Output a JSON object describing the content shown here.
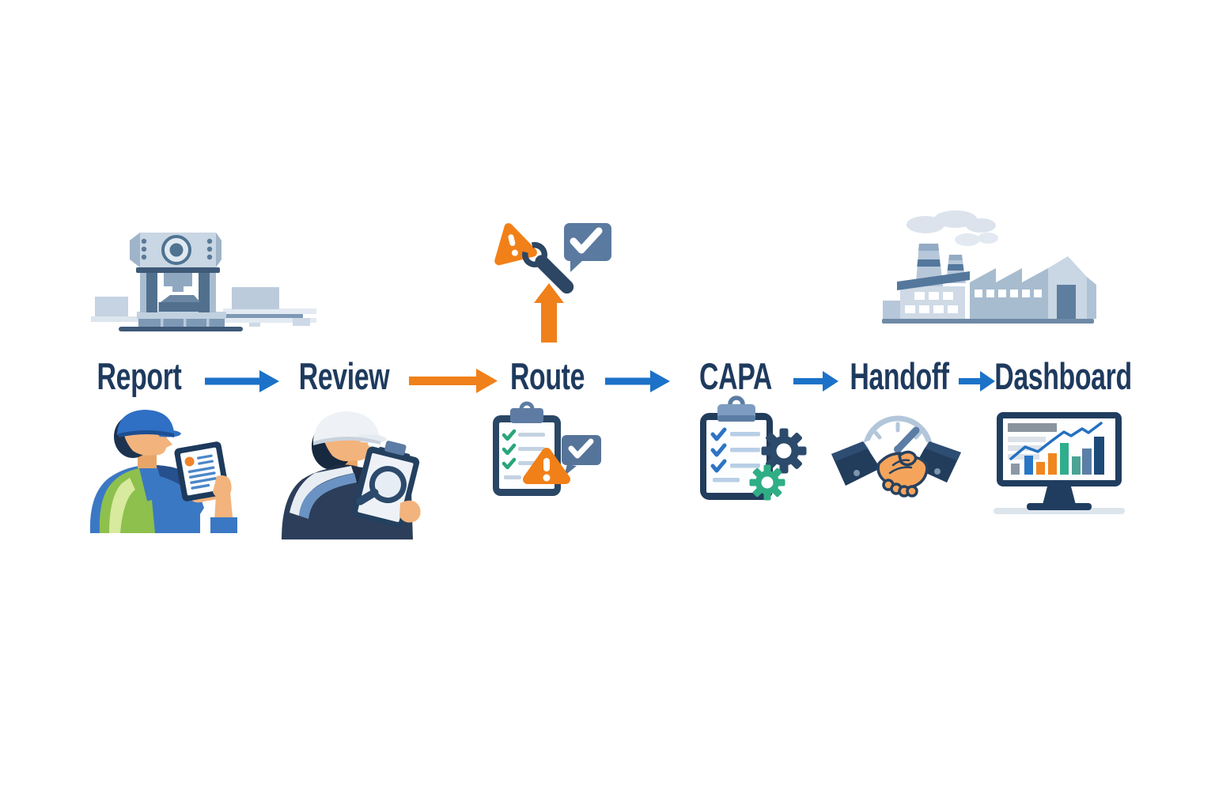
{
  "flow": {
    "steps": [
      {
        "label": "Report",
        "icon": "worker-tablet-icon"
      },
      {
        "label": "Review",
        "icon": "inspector-clipboard-magnifier-icon"
      },
      {
        "label": "Route",
        "icon": "clipboard-warning-check-icon",
        "top_icon": "warning-wrench-check-bubble-icon"
      },
      {
        "label": "CAPA",
        "icon": "clipboard-gears-icon"
      },
      {
        "label": "Handoff",
        "icon": "handshake-gauge-icon"
      },
      {
        "label": "Dashboard",
        "icon": "monitor-bar-chart-icon"
      }
    ],
    "arrows": [
      {
        "from": "Report",
        "to": "Review",
        "color": "#1c72c8"
      },
      {
        "from": "Review",
        "to": "Route",
        "color": "#f0801a"
      },
      {
        "from": "Route",
        "to": "CAPA",
        "color": "#1c72c8"
      },
      {
        "from": "CAPA",
        "to": "Handoff",
        "color": "#1c72c8"
      },
      {
        "from": "Handoff",
        "to": "Dashboard",
        "color": "#1c72c8"
      },
      {
        "from": "route-detail-icon",
        "to": "Route",
        "direction": "up",
        "color": "#f0801a"
      }
    ],
    "illustrations": [
      {
        "name": "industrial-press-machine",
        "position": "top-left"
      },
      {
        "name": "factory-building",
        "position": "top-right"
      }
    ],
    "colors": {
      "label_text": "#1e3a5e",
      "arrow_blue": "#1c72c8",
      "arrow_orange": "#f0801a",
      "accent_orange": "#f28018",
      "accent_green": "#2fae85",
      "navy": "#2c4663",
      "slate": "#53729a",
      "machine_light": "#c9d6e3",
      "machine_dark": "#51708e"
    }
  }
}
